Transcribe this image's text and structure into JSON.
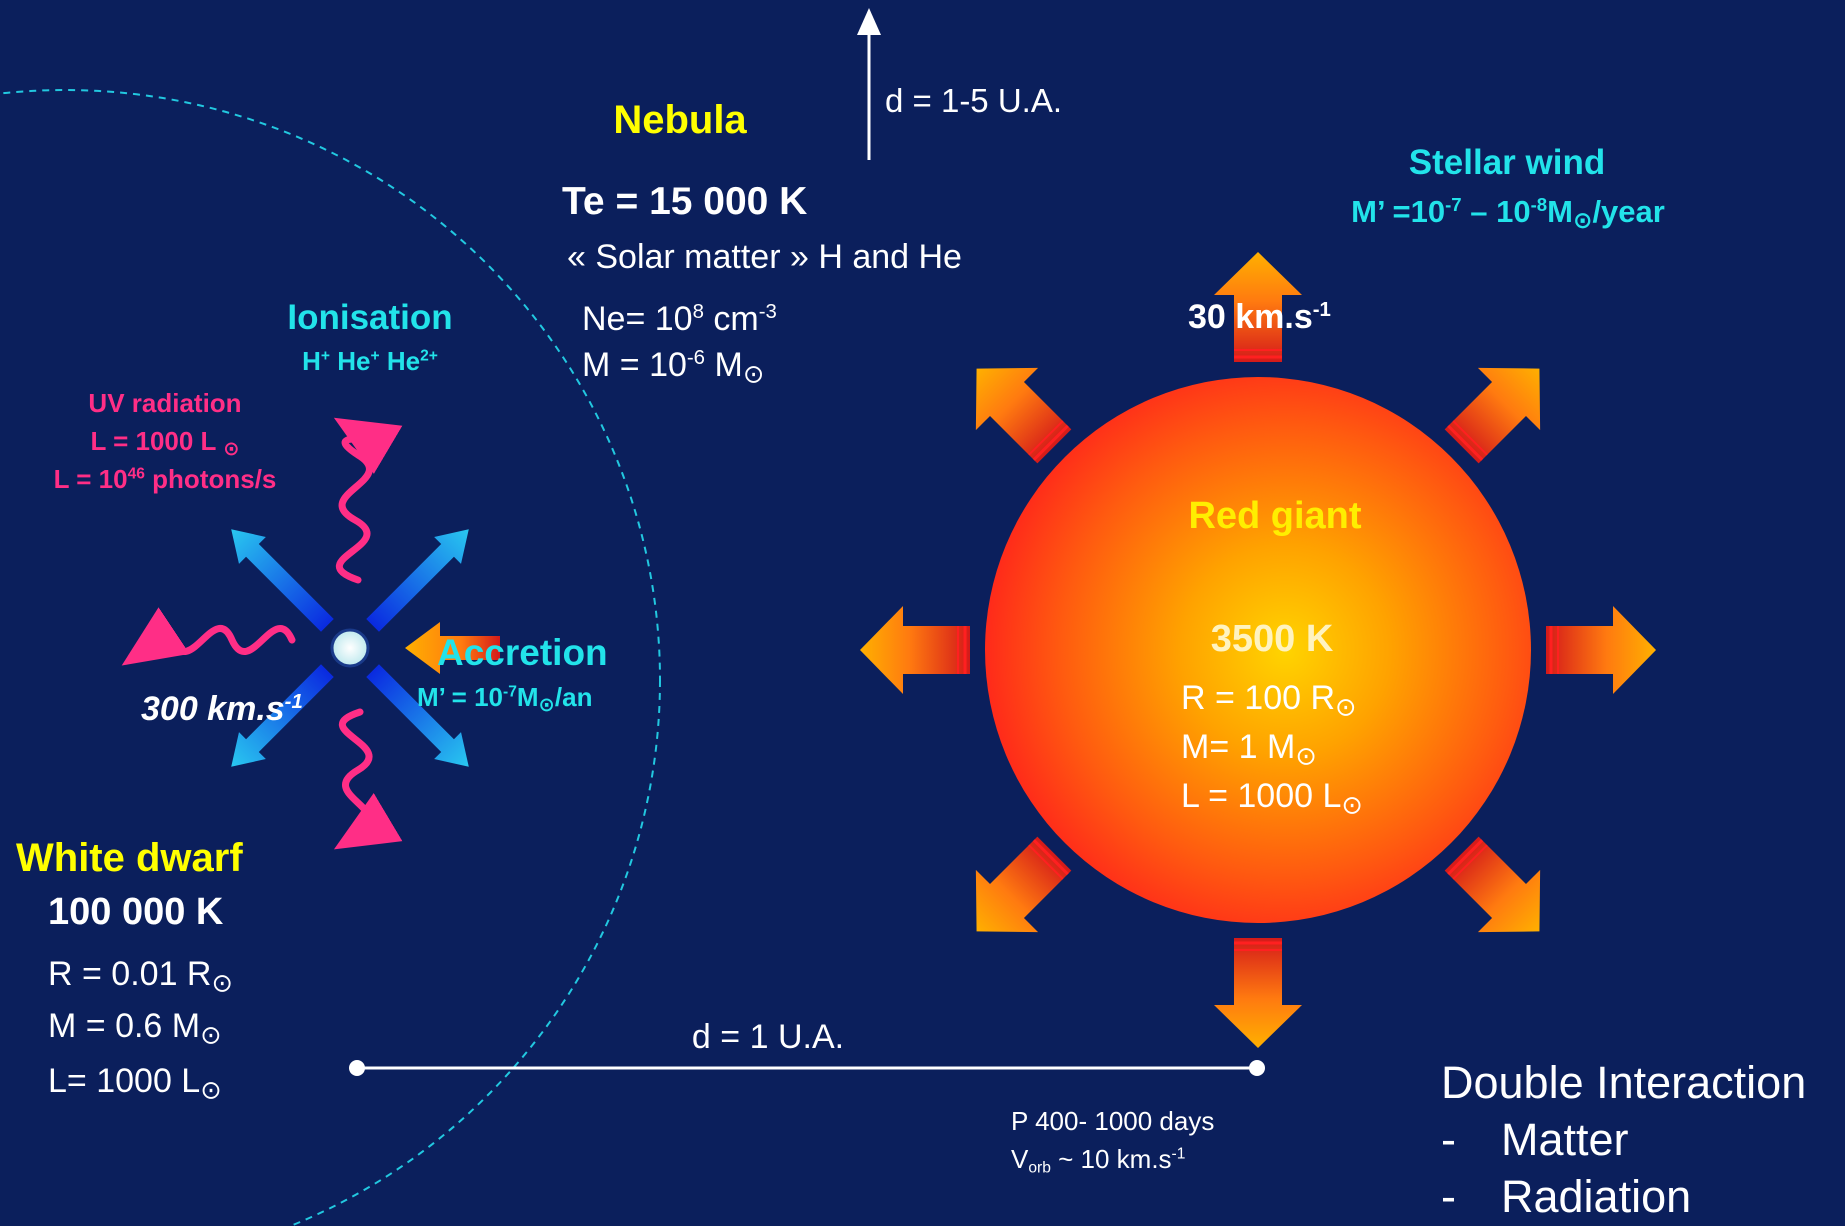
{
  "colors": {
    "background": "#0b1f5c",
    "highlight": "#ffff00",
    "cyan": "#22e3ea",
    "pink": "#ff2e86",
    "white": "#ffffff"
  },
  "nebula": {
    "title": "Nebula",
    "temperature": "Te = 15 000 K",
    "composition": "« Solar matter » H and He",
    "ne_prefix": "Ne= 10",
    "ne_exp": "8",
    "ne_unit": " cm",
    "ne_unit_exp": "-3",
    "mass_prefix": "M = 10",
    "mass_exp": "-6",
    "mass_unit": " M",
    "distance": "d = 1-5 U.A."
  },
  "stellar_wind": {
    "title": "Stellar wind",
    "rate_prefix": "M’ =10",
    "rate_exp1": "-7",
    "rate_mid": " – 10",
    "rate_exp2": "-8",
    "rate_unit": "M",
    "rate_suffix": "/year",
    "speed": "30 km.s",
    "speed_exp": "-1"
  },
  "red_giant": {
    "title": "Red giant",
    "temperature": "3500 K",
    "radius": "R = 100 R",
    "mass": "M= 1 M",
    "luminosity": "L = 1000 L"
  },
  "ionisation": {
    "title": "Ionisation",
    "h": "H",
    "h_exp": "+",
    "he": " He",
    "he_exp": "+",
    "he2": " He",
    "he2_exp": "2+"
  },
  "uv_radiation": {
    "title": "UV radiation",
    "luminosity": "L = 1000 L",
    "photons_prefix": "L = 10",
    "photons_exp": "46",
    "photons_suffix": " photons/s"
  },
  "accretion": {
    "title": "Accretion",
    "rate_prefix": "M’ = 10",
    "rate_exp": "-7",
    "rate_unit": "M",
    "rate_suffix": "/an"
  },
  "white_dwarf": {
    "title": "White dwarf",
    "temperature": "100 000 K",
    "speed": "300 km.s",
    "speed_exp": "-1",
    "radius": "R = 0.01 R",
    "mass": "M = 0.6 M",
    "luminosity": "L= 1000 L"
  },
  "orbit": {
    "distance": "d = 1 U.A.",
    "period": "P 400- 1000 days",
    "velocity_prefix": "V",
    "velocity_sub": "orb",
    "velocity_suffix": " ~ 10 km.s",
    "velocity_exp": "-1"
  },
  "interaction": {
    "title": "Double Interaction",
    "dash": "-",
    "item1": "Matter",
    "item2": "Radiation"
  },
  "sun_symbol": "⊙",
  "icons": [
    "outflow-arrow-icon",
    "jet-arrow-icon",
    "uv-wave-icon",
    "white-dwarf-icon",
    "red-giant-icon"
  ]
}
